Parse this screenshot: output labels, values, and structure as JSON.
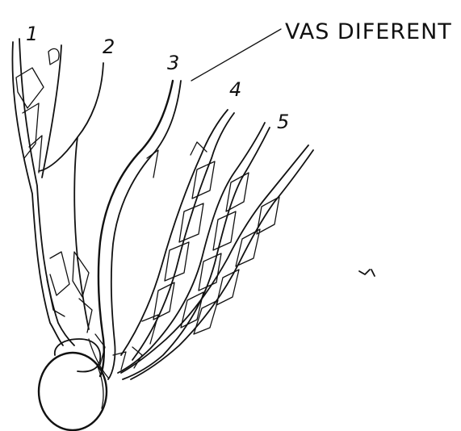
{
  "diagram": {
    "ink_color": "#111111",
    "background_color": "#ffffff",
    "labels": {
      "callout": "VAS DIFERENT",
      "strands": [
        "1",
        "2",
        "3",
        "4",
        "5"
      ]
    }
  }
}
